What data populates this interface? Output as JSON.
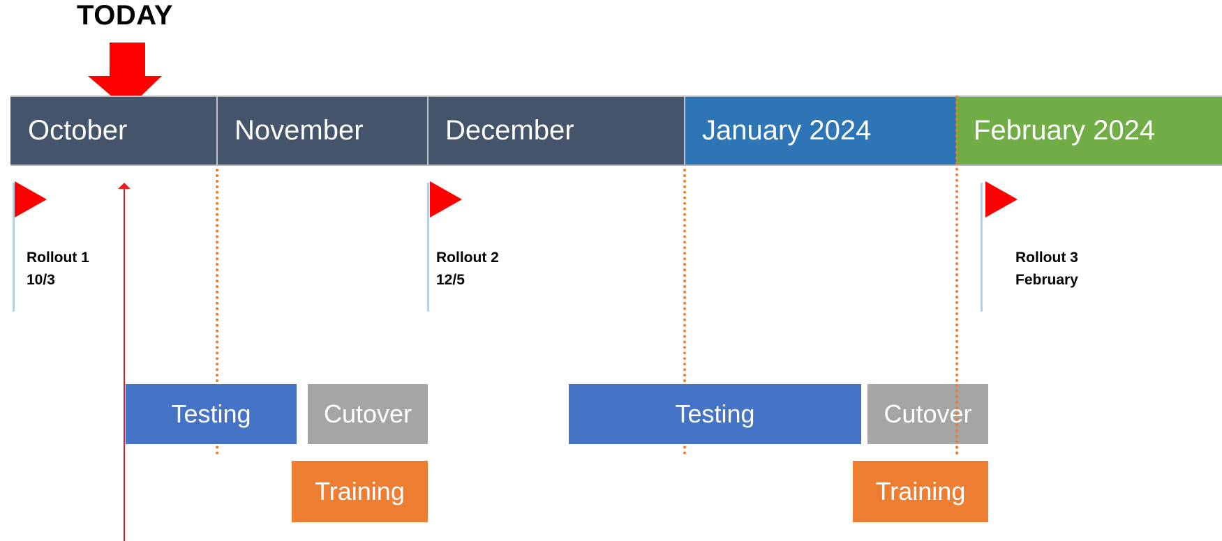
{
  "today": {
    "label": "TODAY",
    "color": "#ee1c25"
  },
  "months": [
    {
      "label": "October",
      "color": "#44546a"
    },
    {
      "label": "November",
      "color": "#44546a"
    },
    {
      "label": "December",
      "color": "#44546a"
    },
    {
      "label": "January 2024",
      "color": "#2e75b6"
    },
    {
      "label": "February 2024",
      "color": "#70ad47"
    }
  ],
  "milestones": [
    {
      "title": "Rollout 1",
      "date": "10/3",
      "icon": "flag-icon"
    },
    {
      "title": "Rollout 2",
      "date": "12/5",
      "icon": "flag-icon"
    },
    {
      "title": "Rollout 3",
      "date": "February",
      "icon": "flag-icon"
    }
  ],
  "tasks": {
    "testing_1": "Testing",
    "cutover_1": "Cutover",
    "training_1": "Training",
    "testing_2": "Testing",
    "cutover_2": "Cutover",
    "training_2": "Training"
  },
  "colors": {
    "testing": "#4472c4",
    "cutover": "#a5a5a5",
    "training": "#ed7d31",
    "separator": "#ed7d31",
    "flag": "#ff0000"
  }
}
